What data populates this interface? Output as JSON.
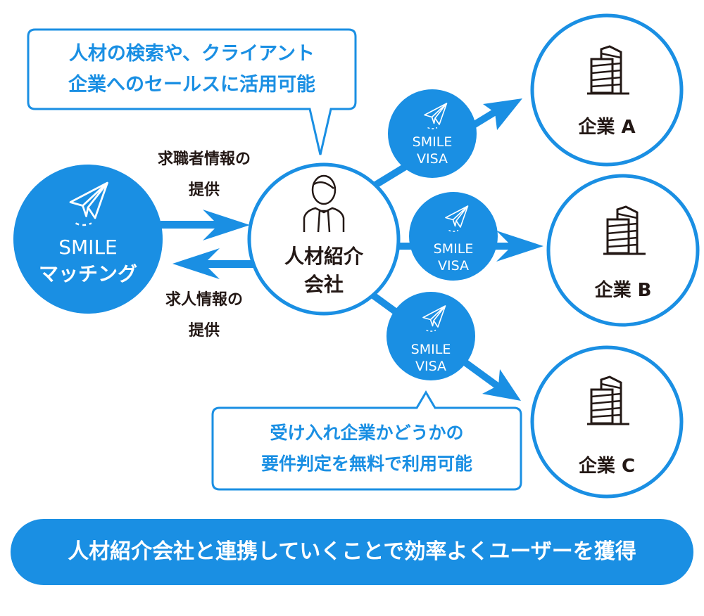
{
  "colors": {
    "accent": "#1a8fe3",
    "text": "#231815",
    "background": "#ffffff"
  },
  "callout_top": {
    "line1": "人材の検索や、クライアント",
    "line2": "企業へのセールスに活用可能"
  },
  "smile_matching": {
    "line1": "SMILE",
    "line2": "マッチング",
    "icon": "paper-plane-icon"
  },
  "arrow_right_label": {
    "line1": "求職者情報の",
    "line2": "提供"
  },
  "arrow_left_label": {
    "line1": "求人情報の",
    "line2": "提供"
  },
  "agency": {
    "line1": "人材紹介",
    "line2": "会社",
    "icon": "person-icon"
  },
  "visa_badges": [
    {
      "line1": "SMILE",
      "line2": "VISA"
    },
    {
      "line1": "SMILE",
      "line2": "VISA"
    },
    {
      "line1": "SMILE",
      "line2": "VISA"
    }
  ],
  "companies": [
    {
      "label": "企業 A",
      "icon": "building-icon"
    },
    {
      "label": "企業 B",
      "icon": "building-icon"
    },
    {
      "label": "企業 C",
      "icon": "building-icon"
    }
  ],
  "callout_bottom": {
    "line1": "受け入れ企業かどうかの",
    "line2": "要件判定を無料で利用可能"
  },
  "banner": {
    "text": "人材紹介会社と連携していくことで効率よくユーザーを獲得"
  }
}
